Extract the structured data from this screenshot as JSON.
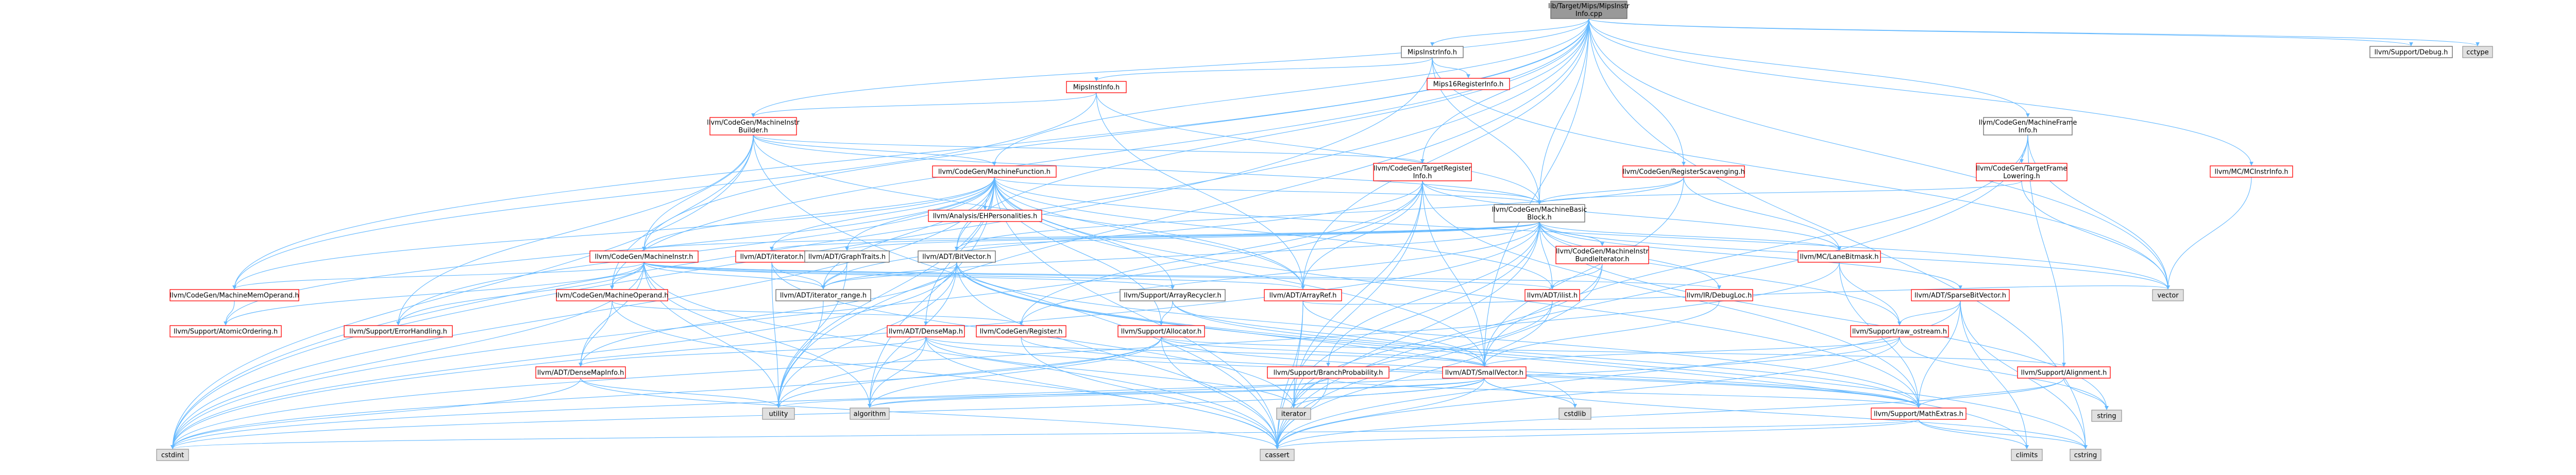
{
  "graph": {
    "root": "lib/Target/Mips/MipsInstrInfo.cpp",
    "nodes": [
      {
        "id": "root",
        "label": "lib/Target/Mips/MipsInstr\nInfo.cpp",
        "kind": "root"
      },
      {
        "id": "mipsinstrinfo_h",
        "label": "MipsInstrInfo.h",
        "kind": "plain"
      },
      {
        "id": "mips16reg",
        "label": "Mips16RegisterInfo.h",
        "kind": "red"
      },
      {
        "id": "mipsinstinfo",
        "label": "MipsInstInfo.h",
        "kind": "red"
      },
      {
        "id": "mi_builder",
        "label": "llvm/CodeGen/MachineInstr\nBuilder.h",
        "kind": "red"
      },
      {
        "id": "mf",
        "label": "llvm/CodeGen/MachineFunction.h",
        "kind": "red"
      },
      {
        "id": "tri",
        "label": "llvm/CodeGen/TargetRegister\nInfo.h",
        "kind": "red"
      },
      {
        "id": "rs",
        "label": "llvm/CodeGen/RegisterScavenging.h",
        "kind": "red"
      },
      {
        "id": "mff",
        "label": "llvm/CodeGen/MachineFrame\nInfo.h",
        "kind": "plain"
      },
      {
        "id": "tfl",
        "label": "llvm/CodeGen/TargetFrame\nLowering.h",
        "kind": "red"
      },
      {
        "id": "mcinstrinfo",
        "label": "llvm/MC/MCInstrInfo.h",
        "kind": "red"
      },
      {
        "id": "debug",
        "label": "llvm/Support/Debug.h",
        "kind": "plain"
      },
      {
        "id": "cctype",
        "label": "cctype",
        "kind": "std"
      },
      {
        "id": "ehpers",
        "label": "llvm/Analysis/EHPersonalities.h",
        "kind": "red"
      },
      {
        "id": "mbb",
        "label": "llvm/CodeGen/MachineBasic\nBlock.h",
        "kind": "plain"
      },
      {
        "id": "mi",
        "label": "llvm/CodeGen/MachineInstr.h",
        "kind": "red"
      },
      {
        "id": "ilist_it",
        "label": "llvm/ADT/iterator.h",
        "kind": "red"
      },
      {
        "id": "graphtraits",
        "label": "llvm/ADT/GraphTraits.h",
        "kind": "plain"
      },
      {
        "id": "bitvector",
        "label": "llvm/ADT/BitVector.h",
        "kind": "plain"
      },
      {
        "id": "mimbi",
        "label": "llvm/CodeGen/MachineInstr\nBundleIterator.h",
        "kind": "red"
      },
      {
        "id": "lanebitmask",
        "label": "llvm/MC/LaneBitmask.h",
        "kind": "red"
      },
      {
        "id": "mmo",
        "label": "llvm/CodeGen/MachineMemOperand.h",
        "kind": "red"
      },
      {
        "id": "mo",
        "label": "llvm/CodeGen/MachineOperand.h",
        "kind": "red"
      },
      {
        "id": "iterrange",
        "label": "llvm/ADT/iterator_range.h",
        "kind": "plain"
      },
      {
        "id": "arrayrecycler",
        "label": "llvm/Support/ArrayRecycler.h",
        "kind": "plain"
      },
      {
        "id": "arrayref",
        "label": "llvm/ADT/ArrayRef.h",
        "kind": "red"
      },
      {
        "id": "ilist",
        "label": "llvm/ADT/ilist.h",
        "kind": "red"
      },
      {
        "id": "debugloc",
        "label": "llvm/IR/DebugLoc.h",
        "kind": "red"
      },
      {
        "id": "sparsebv",
        "label": "llvm/ADT/SparseBitVector.h",
        "kind": "red"
      },
      {
        "id": "atomic",
        "label": "llvm/Support/AtomicOrdering.h",
        "kind": "red"
      },
      {
        "id": "errhandling",
        "label": "llvm/Support/ErrorHandling.h",
        "kind": "red"
      },
      {
        "id": "densemap",
        "label": "llvm/ADT/DenseMap.h",
        "kind": "red"
      },
      {
        "id": "register",
        "label": "llvm/CodeGen/Register.h",
        "kind": "red"
      },
      {
        "id": "allocator",
        "label": "llvm/Support/Allocator.h",
        "kind": "red"
      },
      {
        "id": "rawostream",
        "label": "llvm/Support/raw_ostream.h",
        "kind": "red"
      },
      {
        "id": "densemapinfo",
        "label": "llvm/ADT/DenseMapInfo.h",
        "kind": "red"
      },
      {
        "id": "branchprob",
        "label": "llvm/Support/BranchProbability.h",
        "kind": "red"
      },
      {
        "id": "smallvector",
        "label": "llvm/ADT/SmallVector.h",
        "kind": "red"
      },
      {
        "id": "alignment",
        "label": "llvm/Support/Alignment.h",
        "kind": "red"
      },
      {
        "id": "mathextras",
        "label": "llvm/Support/MathExtras.h",
        "kind": "red"
      },
      {
        "id": "vector",
        "label": "vector",
        "kind": "std"
      },
      {
        "id": "string",
        "label": "string",
        "kind": "std"
      },
      {
        "id": "utility",
        "label": "utility",
        "kind": "std"
      },
      {
        "id": "algorithm",
        "label": "algorithm",
        "kind": "std"
      },
      {
        "id": "iterator",
        "label": "iterator",
        "kind": "std"
      },
      {
        "id": "cstdlib",
        "label": "cstdlib",
        "kind": "std"
      },
      {
        "id": "cstdint",
        "label": "cstdint",
        "kind": "std"
      },
      {
        "id": "cassert",
        "label": "cassert",
        "kind": "std"
      },
      {
        "id": "climits",
        "label": "climits",
        "kind": "std"
      },
      {
        "id": "cstring",
        "label": "cstring",
        "kind": "std"
      }
    ],
    "colors": {
      "edge": "#63b8ff",
      "red_border": "#ff0000",
      "std_fill": "#e0e0e0",
      "root_fill": "#999999"
    }
  }
}
